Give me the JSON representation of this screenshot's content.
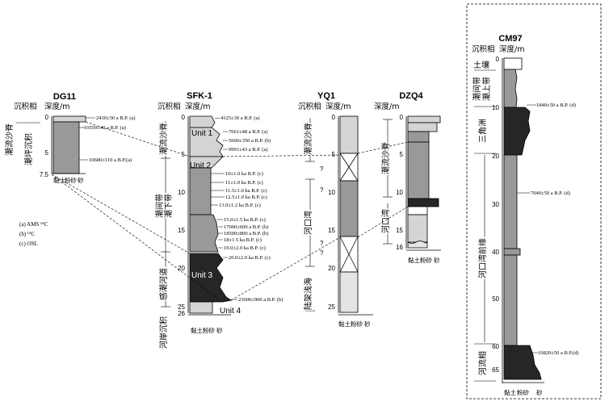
{
  "columns": [
    {
      "id": "dg11",
      "name": "DG11",
      "facies_header": "沉积相",
      "depth_header": "深度/m",
      "depth_ticks": [
        "0",
        "5",
        "7.5"
      ],
      "dates": [
        "2430±50 a B.P. (a)",
        "10550±40 a B.P. (a)",
        "10680±110 a B.P.(a)"
      ],
      "facies": [
        "潮流沙脊",
        "潮坪沉积"
      ],
      "grain_labels": [
        "黏土",
        "粉砂",
        "砂"
      ]
    },
    {
      "id": "sfk1",
      "name": "SFK-1",
      "facies_header": "沉积相",
      "depth_header": "深度/m",
      "depth_ticks": [
        "0",
        "5",
        "10",
        "15",
        "20",
        "25",
        "26"
      ],
      "dates": [
        "4125±30 a B.P. (a)",
        "7661±48 a B.P. (a)",
        "5600±350 a B.P. (b)",
        "9991±43 a B.P. (a)",
        "10±1.0 ka B.P. (c)",
        "11±1.0 ka B.P. (c)",
        "11.5±1.0 ka B.P. (c)",
        "12.5±1.0 ka B.P. (c)",
        "13.0±1.2 ka B.P. (c)",
        "15.0±1.5 ka B.P. (c)",
        "17000±600 a B.P. (b)",
        "18500±800 a B.P. (b)",
        "18±1.5 ka B.P. (c)",
        "19.0±2.0 ka B.P. (c)",
        "20.0±2.0 ka B.P. (c)",
        "23000±900 a B.P. (b)"
      ],
      "facies": [
        "潮流沙脊",
        "潮间带",
        "潮下带",
        "感潮河道",
        "河岸沉积"
      ],
      "units": [
        "Unit 1",
        "Unit 2",
        "Unit 3",
        "Unit 4"
      ],
      "grain_labels": [
        "黏土",
        "粉砂",
        "砂"
      ]
    },
    {
      "id": "yq1",
      "name": "YQ1",
      "facies_header": "沉积相",
      "depth_header": "深度/m",
      "depth_ticks": [
        "0",
        "5",
        "10",
        "15",
        "20",
        "25"
      ],
      "question_marks": [
        "?",
        "?",
        "?",
        "?"
      ],
      "facies": [
        "潮流沙脊",
        "河口湾",
        "陆架浅海"
      ],
      "grain_labels": [
        "黏土",
        "粉砂",
        "砂"
      ]
    },
    {
      "id": "dzq4",
      "name": "DZQ4",
      "facies_header": "深度/m",
      "depth_ticks": [
        "0",
        "5",
        "10",
        "15",
        "16"
      ],
      "facies": [
        "潮流沙脊",
        "河口湾"
      ],
      "grain_labels": [
        "黏土",
        "粉砂",
        "砂"
      ]
    },
    {
      "id": "cm97",
      "name": "CM97",
      "facies_header": "沉积相",
      "depth_header": "深度/m",
      "depth_ticks": [
        "0",
        "10",
        "20",
        "30",
        "40",
        "50",
        "60",
        "65"
      ],
      "dates": [
        "1840±50 a B.P. (d)",
        "7040±50 a B.P. (d)",
        "10820±50 a B.P.(d)"
      ],
      "facies": [
        "土壤",
        "潮上带",
        "潮间带",
        "三角洲",
        "河口湾前缘",
        "河流相"
      ],
      "grain_labels": [
        "黏土",
        "粉砂",
        "砂"
      ]
    }
  ],
  "legend": [
    "(a)  AMS ¹⁴C",
    "(b)  ¹⁴C",
    "(c)  OSL"
  ],
  "colors": {
    "light": "#d4d4d4",
    "mid": "#999999",
    "dark": "#262626",
    "white": "#ffffff",
    "line": "#000000"
  }
}
